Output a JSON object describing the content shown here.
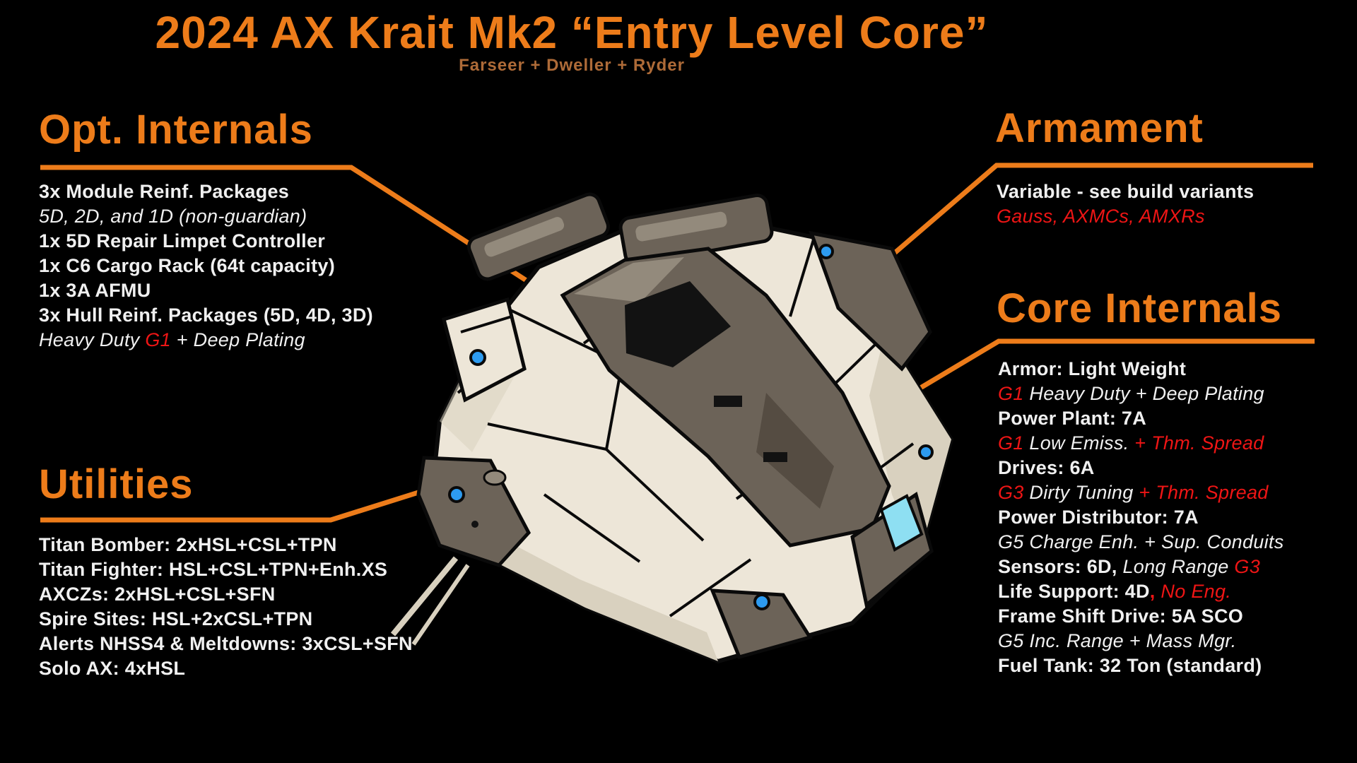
{
  "header": {
    "title": "2024 AX Krait Mk2 “Entry Level Core”",
    "subtitle": "Farseer + Dweller + Ryder"
  },
  "colors": {
    "background": "#000000",
    "orange": "#ED7C1A",
    "subtitle": "#AE6B38",
    "white": "#F0F0F0",
    "red": "#EE1515",
    "hull_cream": "#EDE6D8",
    "hull_shade": "#D9D1BF",
    "hull_gray": "#6C6358",
    "hull_gray_light": "#938A7C",
    "hull_gray_dark": "#554C42",
    "outline": "#0A0A0A",
    "light_blue": "#2D9BF0",
    "engine_cyan": "#8EDFF2"
  },
  "sections": {
    "opt_internals": {
      "heading": "Opt. Internals",
      "lines": [
        {
          "segments": [
            {
              "text": "3x Module Reinf. Packages",
              "style": "bold"
            }
          ]
        },
        {
          "segments": [
            {
              "text": "5D, 2D, and 1D (non-guardian)",
              "style": "italic"
            }
          ]
        },
        {
          "segments": [
            {
              "text": "1x 5D Repair Limpet Controller",
              "style": "bold"
            }
          ]
        },
        {
          "segments": [
            {
              "text": "1x C6 Cargo Rack (64t capacity)",
              "style": "bold"
            }
          ]
        },
        {
          "segments": [
            {
              "text": "1x 3A AFMU",
              "style": "bold"
            }
          ]
        },
        {
          "segments": [
            {
              "text": "3x Hull Reinf. Packages (5D, 4D, 3D)",
              "style": "bold"
            }
          ]
        },
        {
          "segments": [
            {
              "text": "Heavy Duty ",
              "style": "italic"
            },
            {
              "text": "G1",
              "style": "italic",
              "color": "red"
            },
            {
              "text": " + Deep Plating",
              "style": "italic"
            }
          ]
        }
      ]
    },
    "utilities": {
      "heading": "Utilities",
      "lines": [
        {
          "segments": [
            {
              "text": "Titan Bomber: 2xHSL+CSL+TPN",
              "style": "bold"
            }
          ]
        },
        {
          "segments": [
            {
              "text": "Titan Fighter: HSL+CSL+TPN+Enh.XS",
              "style": "bold"
            }
          ]
        },
        {
          "segments": [
            {
              "text": "AXCZs: 2xHSL+CSL+SFN",
              "style": "bold"
            }
          ]
        },
        {
          "segments": [
            {
              "text": "Spire Sites: HSL+2xCSL+TPN",
              "style": "bold"
            }
          ]
        },
        {
          "segments": [
            {
              "text": "Alerts NHSS4 & Meltdowns: 3xCSL+SFN",
              "style": "bold"
            }
          ]
        },
        {
          "segments": [
            {
              "text": "Solo AX: 4xHSL",
              "style": "bold"
            }
          ]
        }
      ]
    },
    "armament": {
      "heading": "Armament",
      "lines": [
        {
          "segments": [
            {
              "text": "Variable - see build variants",
              "style": "bold"
            }
          ]
        },
        {
          "segments": [
            {
              "text": "Gauss, AXMCs, AMXRs",
              "style": "italic",
              "color": "red"
            }
          ]
        }
      ]
    },
    "core_internals": {
      "heading": "Core Internals",
      "lines": [
        {
          "segments": [
            {
              "text": "Armor: Light Weight",
              "style": "bold"
            }
          ]
        },
        {
          "segments": [
            {
              "text": "G1",
              "style": "italic",
              "color": "red"
            },
            {
              "text": " Heavy Duty + Deep Plating",
              "style": "italic"
            }
          ]
        },
        {
          "segments": [
            {
              "text": "Power Plant: 7A",
              "style": "bold"
            }
          ]
        },
        {
          "segments": [
            {
              "text": "G1",
              "style": "italic",
              "color": "red"
            },
            {
              "text": " Low Emiss. ",
              "style": "italic"
            },
            {
              "text": "+ Thm. Spread",
              "style": "italic",
              "color": "red"
            }
          ]
        },
        {
          "segments": [
            {
              "text": "Drives: 6A",
              "style": "bold"
            }
          ]
        },
        {
          "segments": [
            {
              "text": "G3",
              "style": "italic",
              "color": "red"
            },
            {
              "text": " Dirty Tuning ",
              "style": "italic"
            },
            {
              "text": "+ Thm. Spread",
              "style": "italic",
              "color": "red"
            }
          ]
        },
        {
          "segments": [
            {
              "text": "Power Distributor: 7A",
              "style": "bold"
            }
          ]
        },
        {
          "segments": [
            {
              "text": "G5 Charge Enh. + Sup. Conduits",
              "style": "italic"
            }
          ]
        },
        {
          "segments": [
            {
              "text": "Sensors: 6D,",
              "style": "bold"
            },
            {
              "text": " Long Range ",
              "style": "italic"
            },
            {
              "text": "G3",
              "style": "italic",
              "color": "red"
            }
          ]
        },
        {
          "segments": [
            {
              "text": "Life Support: 4D",
              "style": "bold"
            },
            {
              "text": ", ",
              "style": "bold",
              "color": "red"
            },
            {
              "text": "No Eng.",
              "style": "italic",
              "color": "red"
            }
          ]
        },
        {
          "segments": [
            {
              "text": "Frame Shift Drive: 5A SCO",
              "style": "bold"
            }
          ]
        },
        {
          "segments": [
            {
              "text": "G5 Inc. Range + Mass Mgr.",
              "style": "italic"
            }
          ]
        },
        {
          "segments": [
            {
              "text": "Fuel Tank: 32 Ton (standard)",
              "style": "bold"
            }
          ]
        }
      ]
    }
  }
}
